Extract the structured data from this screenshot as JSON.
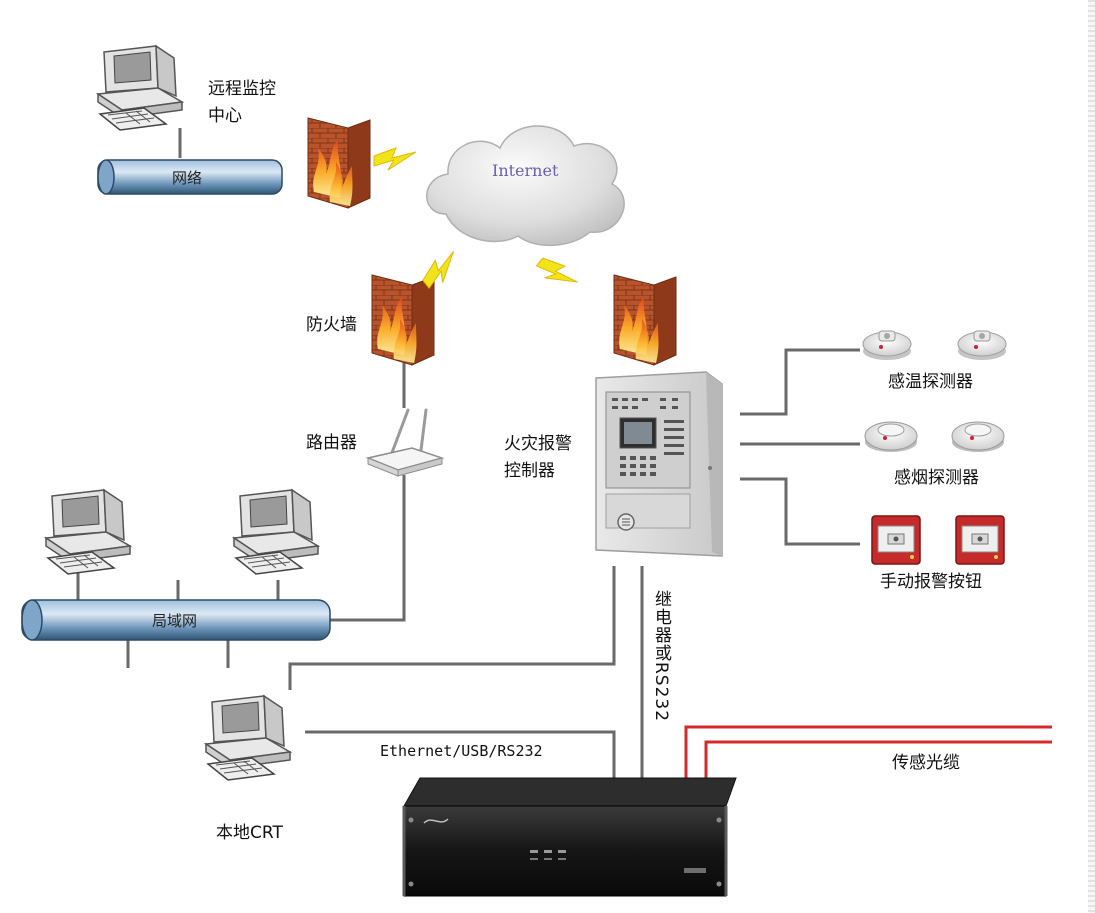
{
  "labels": {
    "remote_center_line1": "远程监控",
    "remote_center_line2": "中心",
    "network": "网络",
    "internet": "Internet",
    "firewall": "防火墙",
    "router": "路由器",
    "lan": "局域网",
    "fire_controller_line1": "火灾报警",
    "fire_controller_line2": "控制器",
    "heat_detector": "感温探测器",
    "smoke_detector": "感烟探测器",
    "manual_button": "手动报警按钮",
    "relay_rs232": "继电器或RS232",
    "link_types": "Ethernet/USB/RS232",
    "sensing_cable": "传感光缆",
    "local_crt": "本地CRT"
  },
  "colors": {
    "line": "#6a6a6a",
    "pipe_blue": "#3f6c93",
    "fiber_red": "#d62a2a",
    "brick": "#b64a25",
    "lightning": "#f2e41a",
    "panel_gray": "#d9d9d9"
  }
}
